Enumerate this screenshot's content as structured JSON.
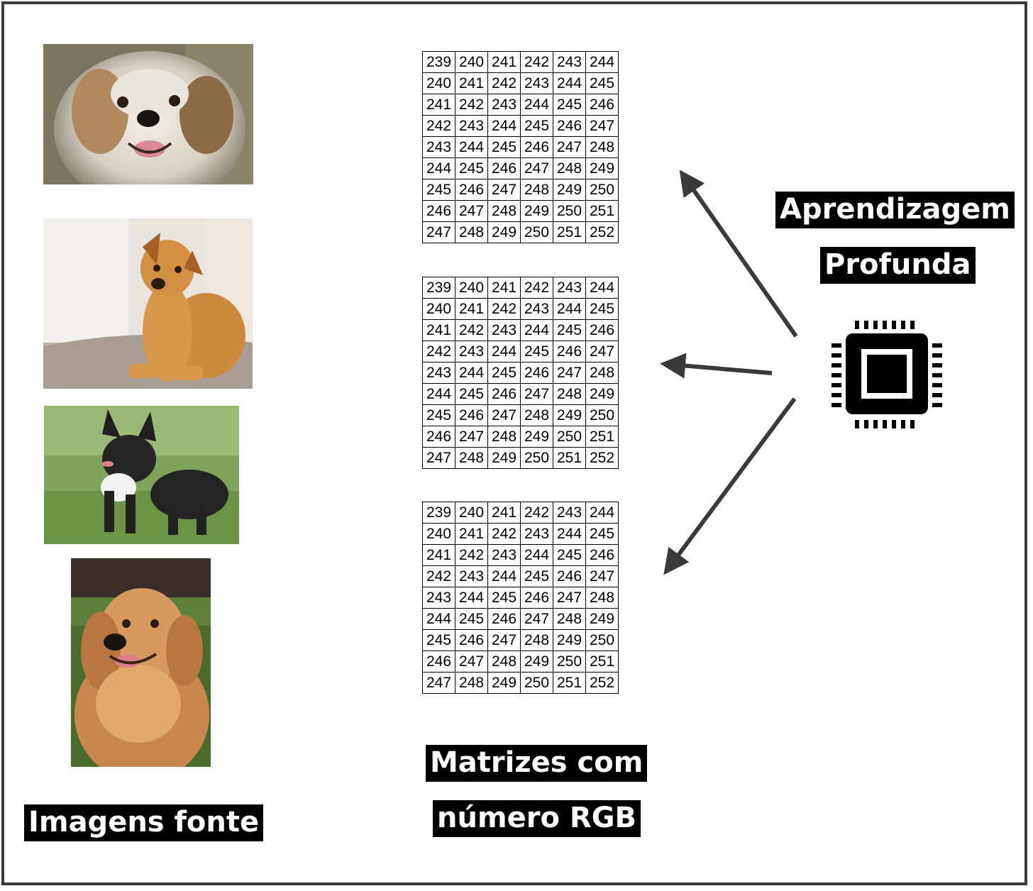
{
  "labels": {
    "source_images": "Imagens fonte",
    "matrices_line1": "Matrizes com",
    "matrices_line2": "número RGB",
    "deep_learning_line1": "Aprendizagem",
    "deep_learning_line2": "Profunda"
  },
  "matrix_rows": [
    [
      239,
      240,
      241,
      242,
      243,
      244
    ],
    [
      240,
      241,
      242,
      243,
      244,
      245
    ],
    [
      241,
      242,
      243,
      244,
      245,
      246
    ],
    [
      242,
      243,
      244,
      245,
      246,
      247
    ],
    [
      243,
      244,
      245,
      246,
      247,
      248
    ],
    [
      244,
      245,
      246,
      247,
      248,
      249
    ],
    [
      245,
      246,
      247,
      248,
      249,
      250
    ],
    [
      246,
      247,
      248,
      249,
      250,
      251
    ],
    [
      247,
      248,
      249,
      250,
      251,
      252
    ]
  ],
  "photos": [
    "shih-tzu-dog",
    "yellow-mixed-dog",
    "french-bulldog",
    "golden-retriever"
  ],
  "icons": {
    "processor": "cpu-chip-icon"
  },
  "colors": {
    "arrow": "#3a3a3a",
    "label_bg": "#000000",
    "label_text": "#ffffff"
  }
}
